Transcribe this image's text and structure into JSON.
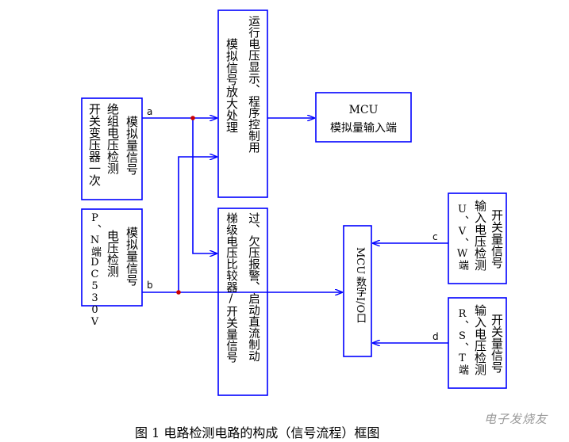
{
  "blocks": {
    "sw_transformer": {
      "col1": "开关变压器一次",
      "col2": "绝组电压检测"
    },
    "analog_out_a": "模拟量信号",
    "pn_col1": "P、N端DC530V",
    "pn_col2": "电压检测",
    "analog_out_b": "模拟量信号",
    "amp": {
      "col1": "模拟信号放大处理",
      "col2": "运行电压显示、程序控制用"
    },
    "comparator": {
      "col1": "梯级电压比较器/开关量信号",
      "col2": "过、欠压报警、启动直流制动"
    },
    "mcu_analog": {
      "line1": "MCU",
      "line2": "模拟量输入端"
    },
    "mcu_digital": {
      "col1": "MCU",
      "col2": "数字I/O口"
    },
    "uvw": {
      "col1": "U、V、W端",
      "col2": "输入电压检测",
      "col3": "开关量信号"
    },
    "rst": {
      "col1": "R、S、T端",
      "col2": "输入电压检测",
      "col3": "开关量信号"
    }
  },
  "connector_labels": {
    "a": "a",
    "b": "b",
    "c": "c",
    "d": "d"
  },
  "caption": "图 1 电路检测电路的构成（信号流程）框图",
  "watermark": "电子发烧友",
  "colors": {
    "box": "#0000ff",
    "line": "#0000ff",
    "junction": "#cc0000",
    "text": "#000000"
  }
}
